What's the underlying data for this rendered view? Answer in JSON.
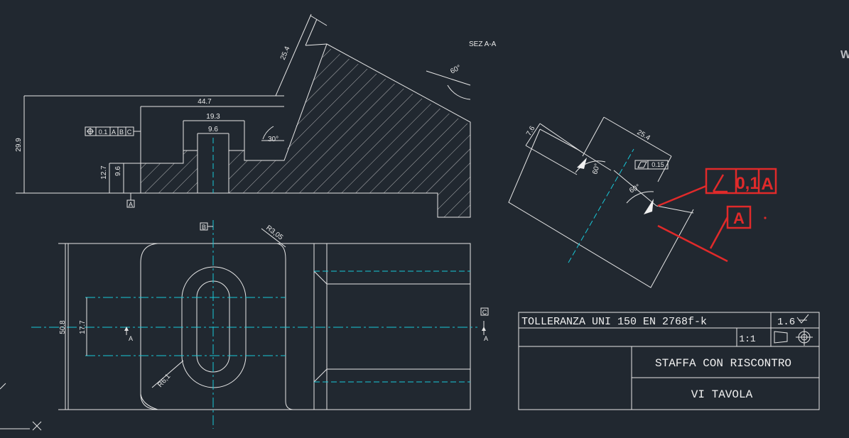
{
  "section_label": "SEZ A-A",
  "dimensions": {
    "width_44_7": "44.7",
    "width_19_3": "19.3",
    "width_9_6": "9.6",
    "height_29_9": "29.9",
    "height_12_7": "12.7",
    "height_9_6": "9.6",
    "slant_25_4": "25.4",
    "angle_60": "60°",
    "angle_30": "30°",
    "height_50_8": "50.8",
    "height_17_7": "17.7",
    "radius_3_05": "R3,05",
    "radius_6_1": "R6,1",
    "detail_7_6": "7.6",
    "detail_25_4": "25.4",
    "detail_angle_60a": "60°",
    "detail_angle_60b": "60°"
  },
  "gdt": {
    "position_frame": [
      "0.1",
      "A",
      "B",
      "C"
    ],
    "flatness_frame": "0.15",
    "red_angularity_value": "0,1",
    "red_angularity_datum": "A",
    "red_datum": "A"
  },
  "datums": {
    "a_bottom": "A",
    "b_top": "B",
    "c_right": "C",
    "section_arrow_left": "A",
    "section_arrow_right": "A"
  },
  "title_block": {
    "tolerance": "TOLLERANZA UNI 150 EN 2768f-k",
    "roughness": "1.6",
    "scale": "1:1",
    "part_name": "STAFFA CON RISCONTRO",
    "sheet": "VI TAVOLA"
  },
  "edge_glyph": "W"
}
